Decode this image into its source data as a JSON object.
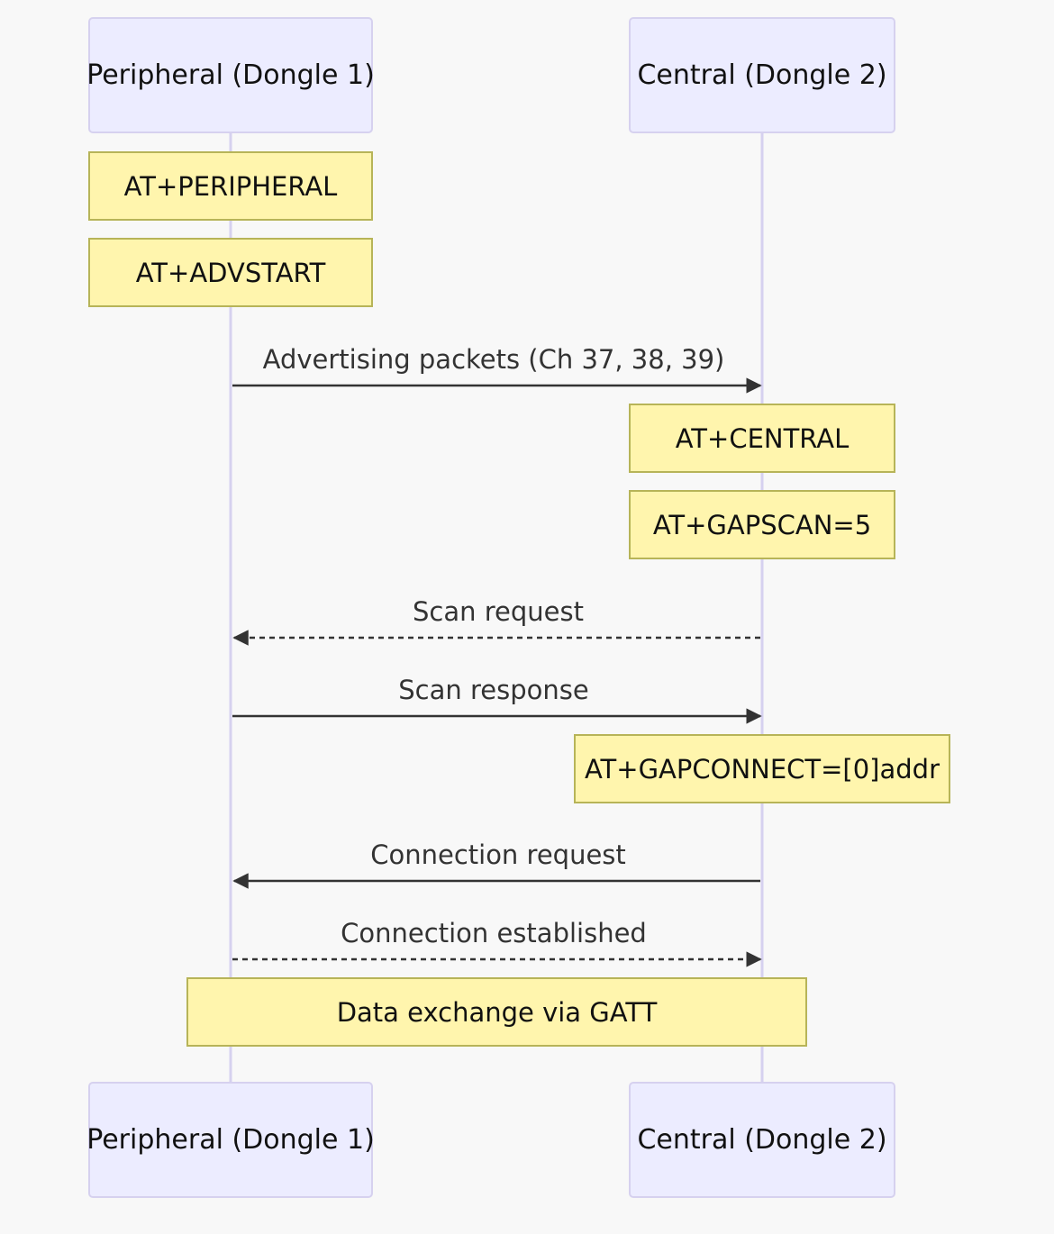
{
  "actors": {
    "peripheral": "Peripheral (Dongle 1)",
    "central": "Central (Dongle 2)"
  },
  "notes": {
    "at_peripheral": "AT+PERIPHERAL",
    "at_advstart": "AT+ADVSTART",
    "at_central": "AT+CENTRAL",
    "at_gapscan": "AT+GAPSCAN=5",
    "at_gapconnect": "AT+GAPCONNECT=[0]addr",
    "data_exchange": "Data exchange via GATT"
  },
  "messages": {
    "advertising": "Advertising packets (Ch 37, 38, 39)",
    "scan_request": "Scan request",
    "scan_response": "Scan response",
    "connection_request": "Connection request",
    "connection_established": "Connection established"
  },
  "colors": {
    "actor_fill": "#ececff",
    "actor_border": "#d6d1ef",
    "note_fill": "#fff5ad",
    "note_border": "#b7b458",
    "arrow": "#333333"
  }
}
